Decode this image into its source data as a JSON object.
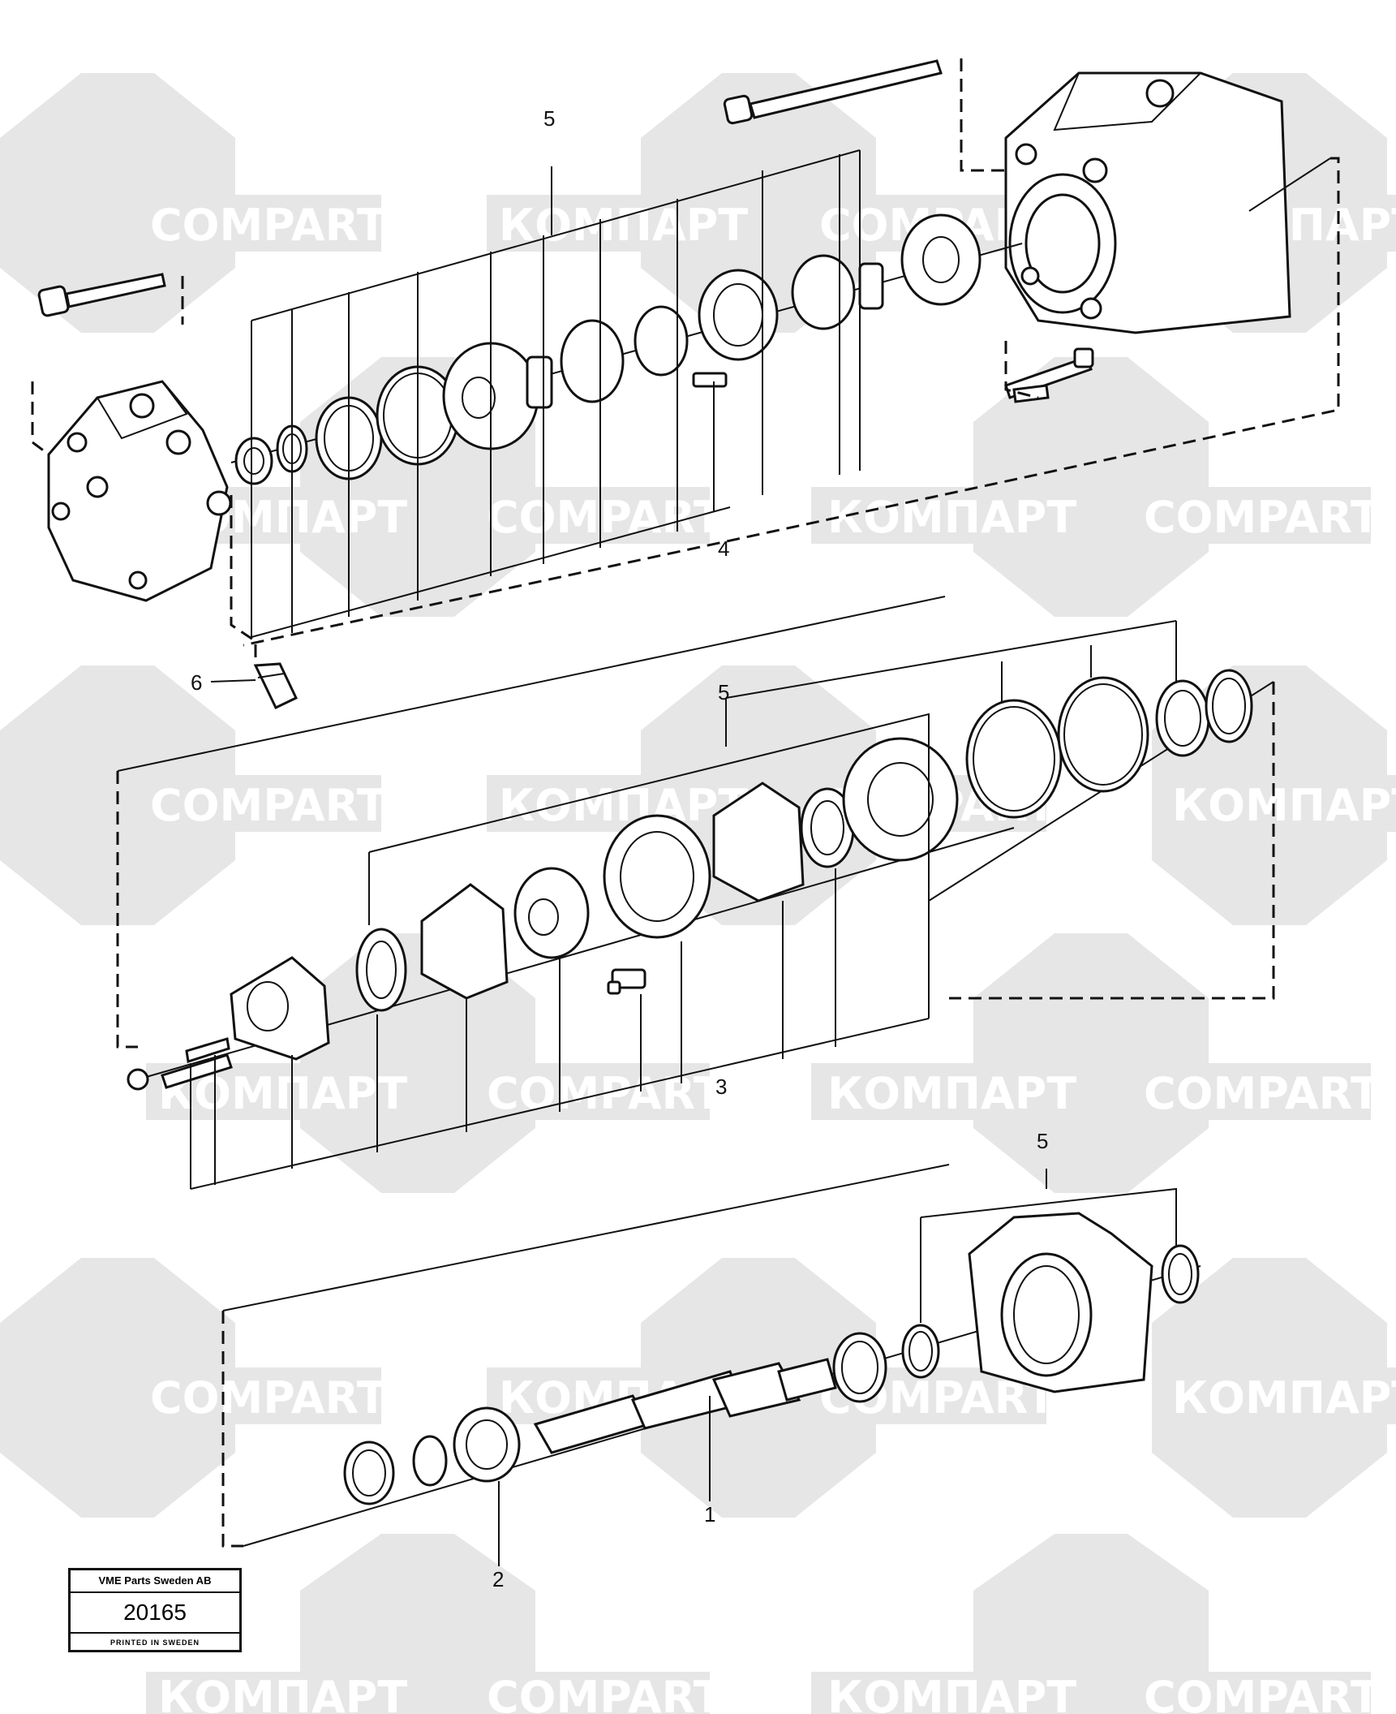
{
  "watermarks": {
    "latin": "COMPART",
    "cyrillic": "КОМПАРТ"
  },
  "callouts": {
    "shaft": "1",
    "bearing": "2",
    "front_kit": "3",
    "rear_kit": "4",
    "seal_kit": "5",
    "fitting": "6"
  },
  "stamp": {
    "company": "VME Parts Sweden AB",
    "number": "20165",
    "printed": "PRINTED IN SWEDEN"
  },
  "colors": {
    "watermark": "#e6e6e6",
    "ink": "#111111"
  }
}
